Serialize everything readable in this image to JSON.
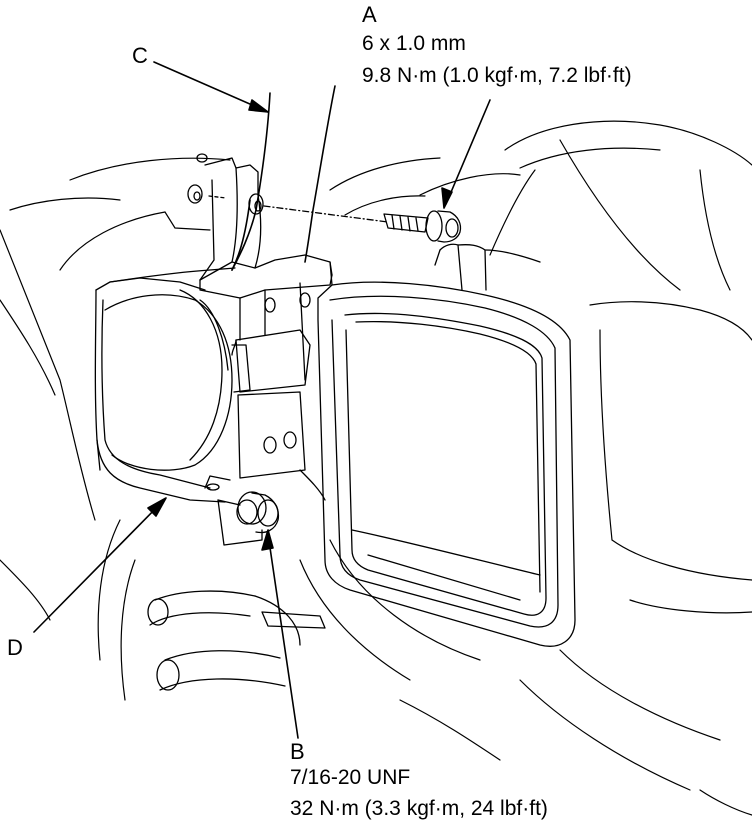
{
  "callouts": {
    "A": {
      "letter": "A",
      "size": "6 x 1.0 mm",
      "torque": "9.8 N·m (1.0 kgf·m, 7.2 lbf·ft)"
    },
    "B": {
      "letter": "B",
      "size": "7/16-20 UNF",
      "torque": "32 N·m (3.3 kgf·m, 24 lbf·ft)"
    },
    "C": {
      "letter": "C"
    },
    "D": {
      "letter": "D"
    }
  },
  "colors": {
    "line": "#000000",
    "background": "#ffffff"
  }
}
